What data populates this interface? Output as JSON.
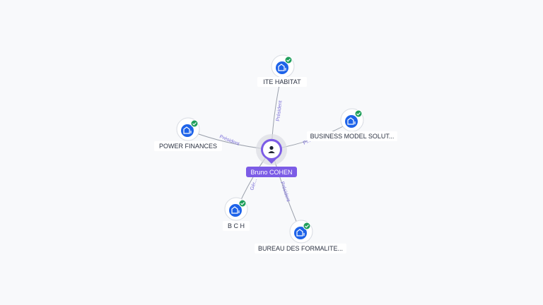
{
  "center": {
    "name": "Bruno COHEN",
    "icon": "person-icon",
    "color": "#7c5ce6"
  },
  "companies": [
    {
      "name": "ITE HABITAT",
      "relation": "Président",
      "icon": "company-building-icon",
      "status": "active"
    },
    {
      "name": "BUSINESS MODEL SOLUT...",
      "relation": "Pr...",
      "icon": "company-building-icon",
      "status": "active"
    },
    {
      "name": "POWER FINANCES",
      "relation": "Président",
      "icon": "company-building-icon",
      "status": "active"
    },
    {
      "name": "B C H",
      "relation": "Gér...",
      "icon": "company-building-icon",
      "status": "active"
    },
    {
      "name": "BUREAU DES FORMALITE...",
      "relation": "Président",
      "icon": "company-building-icon",
      "status": "active"
    }
  ],
  "colors": {
    "company_icon": "#1e63e9",
    "status_badge": "#1e9e5a",
    "edge": "#9aa0ab",
    "edge_label": "#7b6fd8"
  }
}
